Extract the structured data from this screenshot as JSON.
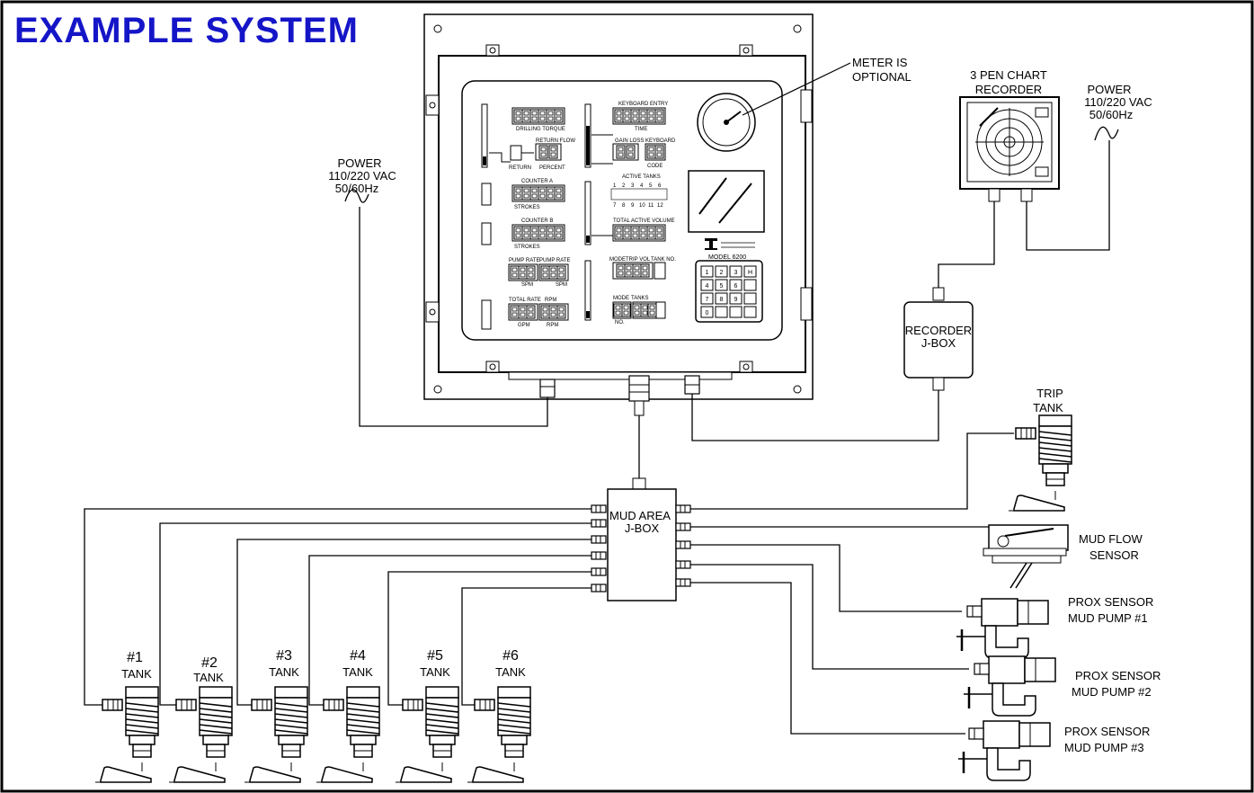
{
  "title": "EXAMPLE SYSTEM",
  "labels": {
    "meter_optional": [
      "METER IS",
      "OPTIONAL"
    ],
    "chart_recorder": [
      "3 PEN CHART",
      "RECORDER"
    ],
    "power_right": [
      "POWER",
      "110/220 VAC",
      "50/60Hz"
    ],
    "power_left": [
      "POWER",
      "110/220 VAC",
      "50/60Hz"
    ],
    "recorder_jbox": [
      "RECORDER",
      "J-BOX"
    ],
    "trip_tank": [
      "TRIP",
      "TANK"
    ],
    "mud_area_jbox": [
      "MUD AREA",
      "J-BOX"
    ],
    "mud_flow_sensor": [
      "MUD FLOW",
      "SENSOR"
    ],
    "prox1": [
      "PROX SENSOR",
      "MUD PUMP #1"
    ],
    "prox2": [
      "PROX SENSOR",
      "MUD PUMP #2"
    ],
    "prox3": [
      "PROX SENSOR",
      "MUD PUMP #3"
    ]
  },
  "tanks": [
    {
      "num": "#1",
      "label": "TANK"
    },
    {
      "num": "#2",
      "label": "TANK"
    },
    {
      "num": "#3",
      "label": "TANK"
    },
    {
      "num": "#4",
      "label": "TANK"
    },
    {
      "num": "#5",
      "label": "TANK"
    },
    {
      "num": "#6",
      "label": "TANK"
    }
  ],
  "panel": {
    "model": "MODEL 6200",
    "keypad": [
      "1",
      "2",
      "3",
      "H",
      "4",
      "5",
      "6",
      "",
      "7",
      "8",
      "9",
      "",
      "0",
      "",
      "",
      ""
    ],
    "displays": {
      "drilling_torque": "DRILLING TORQUE",
      "return_flow": "RETURN FLOW",
      "return": "RETURN",
      "percent": "PERCENT",
      "counter_a": "COUNTER A",
      "counter_b": "COUNTER B",
      "strokes": "STROKES",
      "pump_rate_1": "PUMP RATE",
      "pump_rate_2": "PUMP RATE",
      "spm": "SPM",
      "total_rate": "TOTAL RATE",
      "rpm": "RPM",
      "gpm": "GPM",
      "keyboard_entry": "KEYBOARD ENTRY",
      "time": "TIME",
      "gain_loss": "GAIN LOSS",
      "keyboard": "KEYBOARD",
      "code": "CODE",
      "active_tanks": "ACTIVE TANKS",
      "total_active_volume": "TOTAL ACTIVE VOLUME",
      "mode": "MODE",
      "trip_vol": "TRIP VOL",
      "tank_no": "TANK NO.",
      "tanks": "TANKS",
      "no": "NO.",
      "tank_numbers": [
        "1",
        "2",
        "3",
        "4",
        "5",
        "6",
        "7",
        "8",
        "9",
        "10",
        "11",
        "12"
      ]
    }
  }
}
